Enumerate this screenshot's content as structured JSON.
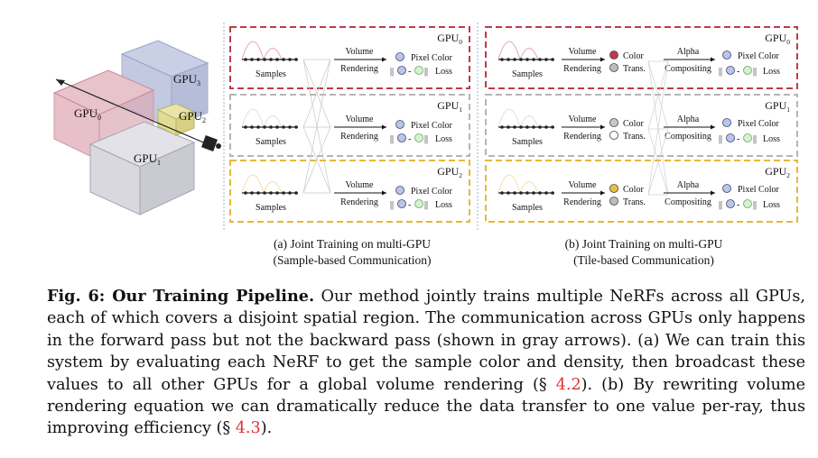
{
  "figure": {
    "cube_labels": [
      "GPU",
      "GPU",
      "GPU",
      "GPU"
    ],
    "cube_subs": [
      "0",
      "3",
      "2",
      "1"
    ],
    "panel_a": {
      "caption_line1": "(a) Joint Training on multi-GPU",
      "caption_line2": "(Sample-based Communication)",
      "rows": [
        {
          "gpu": "GPU",
          "sub": "0",
          "samples": "Samples",
          "op1": "Volume",
          "op2": "Rendering",
          "out1": "Pixel Color",
          "out2": "Loss",
          "color": "#c0394b"
        },
        {
          "gpu": "GPU",
          "sub": "1",
          "samples": "Samples",
          "op1": "Volume",
          "op2": "Rendering",
          "out1": "Pixel Color",
          "out2": "Loss",
          "color": "#b5b5b5"
        },
        {
          "gpu": "GPU",
          "sub": "2",
          "samples": "Samples",
          "op1": "Volume",
          "op2": "Rendering",
          "out1": "Pixel Color",
          "out2": "Loss",
          "color": "#e5b83a"
        }
      ]
    },
    "panel_b": {
      "caption_line1": "(b) Joint Training on multi-GPU",
      "caption_line2": "(Tile-based Communication)",
      "rows": [
        {
          "gpu": "GPU",
          "sub": "0",
          "samples": "Samples",
          "op1": "Volume",
          "op2": "Rendering",
          "c1": "Color",
          "c2": "Trans.",
          "op3": "Alpha",
          "op4": "Compositing",
          "out1": "Pixel Color",
          "out2": "Loss",
          "color": "#c0394b",
          "dot": "#c0394b"
        },
        {
          "gpu": "GPU",
          "sub": "1",
          "samples": "Samples",
          "op1": "Volume",
          "op2": "Rendering",
          "c1": "Color",
          "c2": "Trans.",
          "op3": "Alpha",
          "op4": "Compositing",
          "out1": "Pixel Color",
          "out2": "Loss",
          "color": "#b5b5b5",
          "dot": "#c8c8c8"
        },
        {
          "gpu": "GPU",
          "sub": "2",
          "samples": "Samples",
          "op1": "Volume",
          "op2": "Rendering",
          "c1": "Color",
          "c2": "Trans.",
          "op3": "Alpha",
          "op4": "Compositing",
          "out1": "Pixel Color",
          "out2": "Loss",
          "color": "#e5b83a",
          "dot": "#e2c23e"
        }
      ]
    },
    "loss_symbol": "||◯ - ◯||"
  },
  "caption": {
    "label": "Fig. 6: Our Training Pipeline.",
    "text1": " Our method jointly trains multiple NeRFs across all GPUs, each of which covers a disjoint spatial region. The communication across GPUs only happens in the forward pass but not the backward pass (shown in gray arrows). (a) We can train this system by evaluating each NeRF to get the sample color and density, then broadcast these values to all other GPUs for a global volume rendering (§ ",
    "ref1": "4.2",
    "text2": "). (b) By rewriting volume rendering equation we can dramatically reduce the data transfer to one value per-ray, thus improving efficiency (§ ",
    "ref2": "4.3",
    "text3": ")."
  }
}
